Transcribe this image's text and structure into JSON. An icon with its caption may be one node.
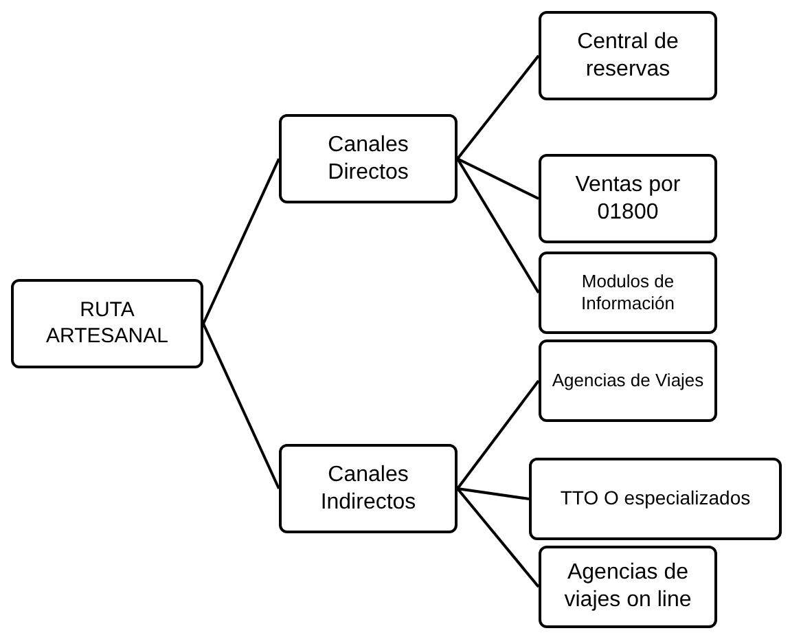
{
  "diagram": {
    "nodes": [
      {
        "text": [
          "RUTA ARTESANAL"
        ]
      },
      {
        "text": [
          "Canales Directos"
        ]
      },
      {
        "text": [
          "Central de reservas"
        ]
      },
      {
        "text": [
          "Ventas por 01800"
        ]
      },
      {
        "text": [
          "Modulos de Información"
        ]
      },
      {
        "text": [
          "Canales Indirectos"
        ]
      },
      {
        "text": [
          "Agencias de Viajes"
        ]
      },
      {
        "text": [
          "TTO O especializados"
        ]
      },
      {
        "text": [
          "Agencias de viajes on line"
        ]
      }
    ],
    "edges": [
      {
        "from": 0,
        "to": 1,
        "arrow": "none"
      },
      {
        "from": 0,
        "to": 5,
        "arrow": "none"
      },
      {
        "from": 1,
        "to": 2,
        "arrow": "none"
      },
      {
        "from": 1,
        "to": 3,
        "arrow": "none"
      },
      {
        "from": 1,
        "to": 4,
        "arrow": "none"
      },
      {
        "from": 5,
        "to": 6,
        "arrow": "none"
      },
      {
        "from": 5,
        "to": 7,
        "arrow": "none"
      },
      {
        "from": 5,
        "to": 8,
        "arrow": "none"
      }
    ]
  }
}
